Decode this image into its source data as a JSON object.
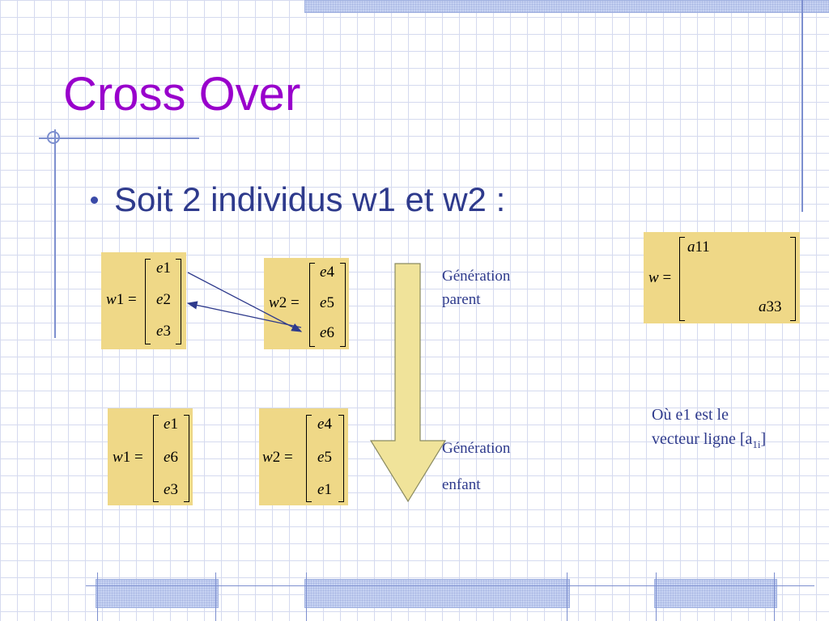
{
  "slide": {
    "title": "Cross Over",
    "bullet": "Soit 2 individus w1 et w2 :"
  },
  "parents": {
    "w1": {
      "var": "w",
      "idx": "1",
      "eq": "=",
      "elems": [
        [
          "e",
          "1"
        ],
        [
          "e",
          "2"
        ],
        [
          "e",
          "3"
        ]
      ]
    },
    "w2": {
      "var": "w",
      "idx": "2",
      "eq": "=",
      "elems": [
        [
          "e",
          "4"
        ],
        [
          "e",
          "5"
        ],
        [
          "e",
          "6"
        ]
      ]
    }
  },
  "children": {
    "w1": {
      "var": "w",
      "idx": "1",
      "eq": "=",
      "elems": [
        [
          "e",
          "1"
        ],
        [
          "e",
          "6"
        ],
        [
          "e",
          "3"
        ]
      ]
    },
    "w2": {
      "var": "w",
      "idx": "2",
      "eq": "=",
      "elems": [
        [
          "e",
          "4"
        ],
        [
          "e",
          "5"
        ],
        [
          "e",
          "1"
        ]
      ]
    }
  },
  "labels": {
    "gen_parent_1": "Génération",
    "gen_parent_2": "parent",
    "gen_child_1": "Génération",
    "gen_child_2": "enfant"
  },
  "w_matrix": {
    "var": "w",
    "eq": "=",
    "top_var": "a",
    "top_idx": "11",
    "bottom_var": "a",
    "bottom_idx": "33"
  },
  "note": {
    "line1": "Où e1 est le",
    "line2_prefix": "vecteur ligne [a",
    "line2_sub": "1i",
    "line2_suffix": "]"
  },
  "colors": {
    "title": "#9900cc",
    "text": "#2e3a8c",
    "box": "#efd887",
    "arrow_fill": "#f0e39a",
    "arrow_stroke": "#8a8a60",
    "connector": "#2e3a8c",
    "grid": "#d5daef",
    "decor": "#7d8fcf"
  },
  "icons": {
    "bullet": "bullet-dot-icon",
    "down_arrow": "down-arrow-icon"
  }
}
